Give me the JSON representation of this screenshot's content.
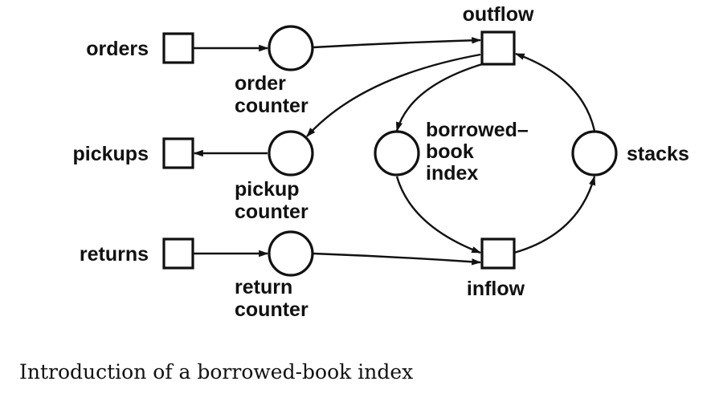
{
  "labels": {
    "orders": "orders",
    "pickups": "pickups",
    "returns": "returns",
    "outflow": "outflow",
    "inflow": "inflow",
    "stacks": "stacks",
    "order_counter": [
      "order",
      "counter"
    ],
    "pickup_counter": [
      "pickup",
      "counter"
    ],
    "return_counter": [
      "return",
      "counter"
    ],
    "borrowed_book_index": [
      "borrowed–",
      "book",
      "index"
    ]
  },
  "caption": "Introduction of a borrowed-book index"
}
